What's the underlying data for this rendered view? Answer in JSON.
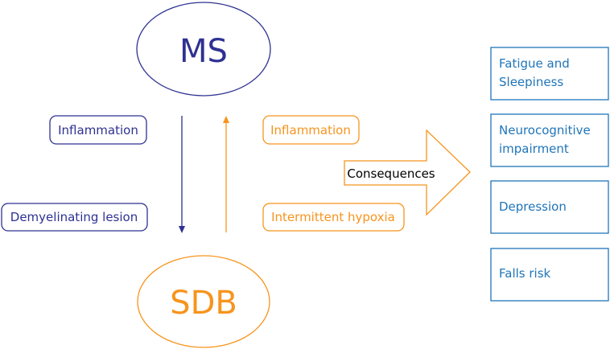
{
  "nodes": {
    "ms": {
      "label": "MS",
      "color": "#2e3192"
    },
    "sdb": {
      "label": "SDB",
      "color": "#f7941d"
    }
  },
  "left_labels": {
    "inflammation": "Inflammation",
    "demyelinating_lesion": "Demyelinating lesion",
    "color": "#2e3192"
  },
  "right_labels": {
    "inflammation": "Inflammation",
    "intermittent_hypoxia": "Intermittent hypoxia",
    "color": "#f7941d"
  },
  "arrow": {
    "label": "Consequences",
    "color": "#f7941d",
    "text_color": "#000000"
  },
  "consequences": {
    "color": "#1f75b9",
    "items": [
      {
        "line1": "Fatigue and",
        "line2": "Sleepiness"
      },
      {
        "line1": "Neurocognitive",
        "line2": "impairment"
      },
      {
        "line1": "Depression"
      },
      {
        "line1": "Falls risk"
      }
    ]
  }
}
